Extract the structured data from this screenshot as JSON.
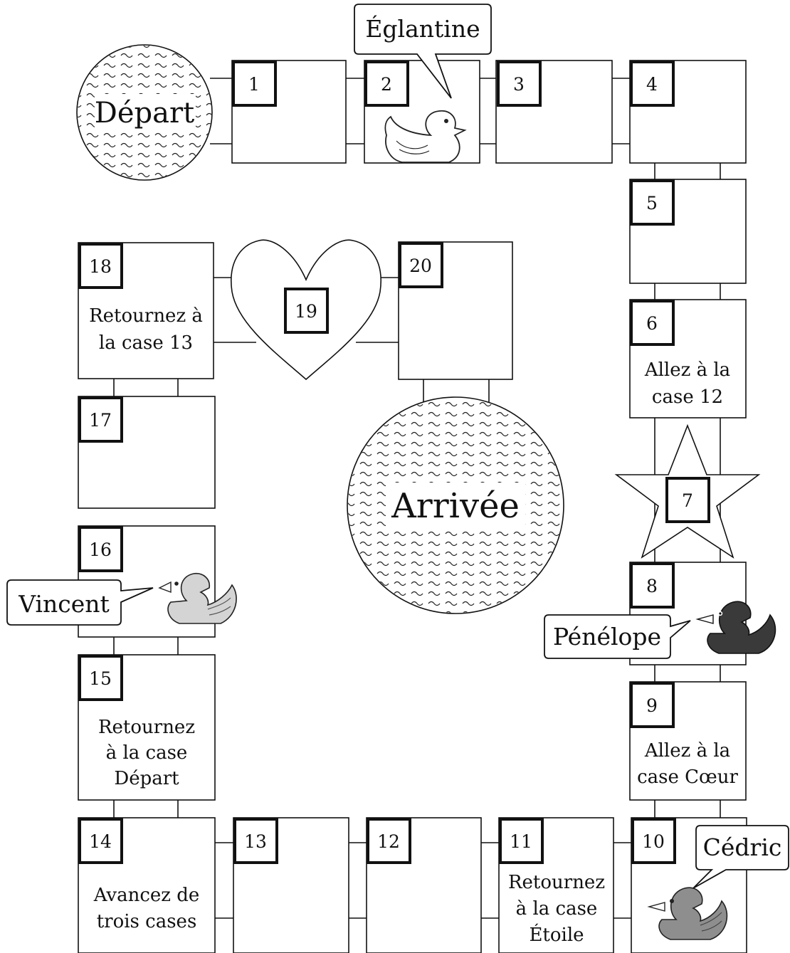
{
  "board": {
    "start_label": "Départ",
    "finish_label": "Arrivée",
    "squares": [
      {
        "number": "1",
        "text": []
      },
      {
        "number": "2",
        "text": []
      },
      {
        "number": "3",
        "text": []
      },
      {
        "number": "4",
        "text": []
      },
      {
        "number": "5",
        "text": []
      },
      {
        "number": "6",
        "text": [
          "Allez à la",
          "case 12"
        ]
      },
      {
        "number": "7",
        "shape": "star",
        "text": []
      },
      {
        "number": "8",
        "text": []
      },
      {
        "number": "9",
        "text": [
          "Allez à la",
          "case Cœur"
        ]
      },
      {
        "number": "10",
        "text": []
      },
      {
        "number": "11",
        "text": [
          "Retournez",
          "à la case",
          "Étoile"
        ]
      },
      {
        "number": "12",
        "text": []
      },
      {
        "number": "13",
        "text": []
      },
      {
        "number": "14",
        "text": [
          "Avancez de",
          "trois cases"
        ]
      },
      {
        "number": "15",
        "text": [
          "Retournez",
          "à la case",
          "Départ"
        ]
      },
      {
        "number": "16",
        "text": []
      },
      {
        "number": "17",
        "text": []
      },
      {
        "number": "18",
        "text": [
          "Retournez à",
          "la case 13"
        ]
      },
      {
        "number": "19",
        "shape": "heart",
        "text": []
      },
      {
        "number": "20",
        "text": []
      }
    ]
  },
  "players": [
    {
      "name": "Églantine",
      "square": "2",
      "duck_color": "#ffffff"
    },
    {
      "name": "Vincent",
      "square": "16",
      "duck_color": "#d4d4d4"
    },
    {
      "name": "Pénélope",
      "square": "8",
      "duck_color": "#3a3a3a"
    },
    {
      "name": "Cédric",
      "square": "10",
      "duck_color": "#8e8e8e"
    }
  ]
}
